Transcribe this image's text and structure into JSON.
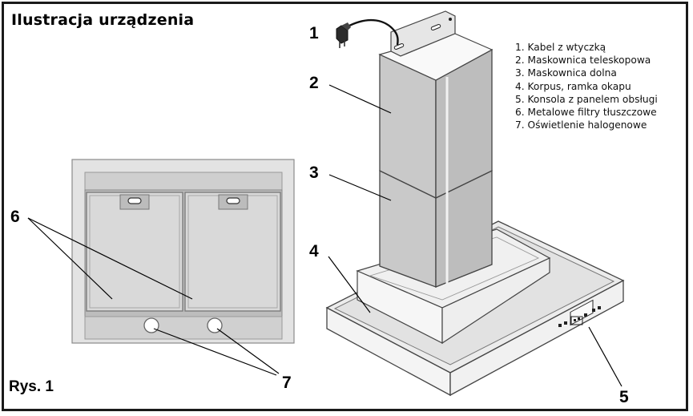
{
  "title": "Ilustracja urządzenia",
  "figure_label": "Rys. 1",
  "legend": [
    "1. Kabel z wtyczką",
    "2. Maskownica teleskopowa",
    "3. Maskownica dolna",
    "4. Korpus, ramka okapu",
    "5. Konsola z panelem obsługi",
    "6. Metalowe filtry tłuszczowe",
    "7. Oświetlenie halogenowe"
  ],
  "callouts": {
    "c1": "1",
    "c2": "2",
    "c3": "3",
    "c4": "4",
    "c5": "5",
    "c6": "6",
    "c7": "7"
  }
}
